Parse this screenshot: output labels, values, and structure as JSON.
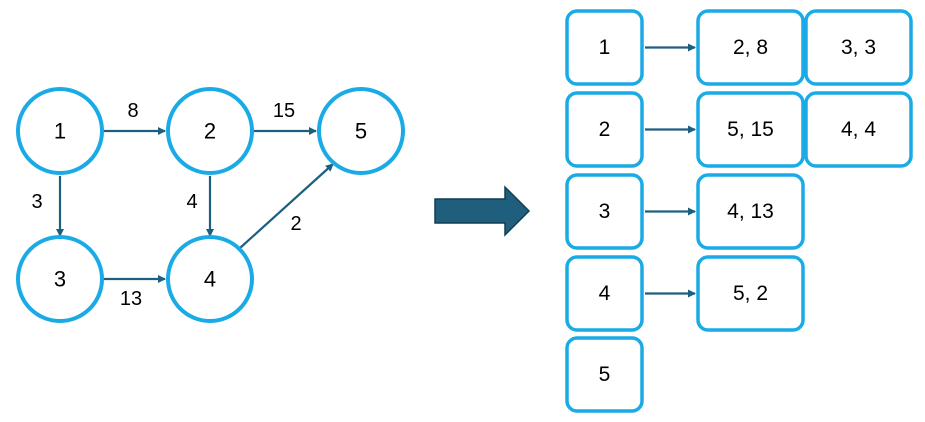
{
  "colors": {
    "node_stroke": "#1aabe6",
    "edge": "#1d5f7f",
    "big_arrow_fill": "#1f5f7d",
    "big_arrow_stroke": "#123e54"
  },
  "graph": {
    "nodes": [
      {
        "id": "1",
        "label": "1"
      },
      {
        "id": "2",
        "label": "2"
      },
      {
        "id": "3",
        "label": "3"
      },
      {
        "id": "4",
        "label": "4"
      },
      {
        "id": "5",
        "label": "5"
      }
    ],
    "edges": [
      {
        "from": "1",
        "to": "2",
        "weight": "8"
      },
      {
        "from": "2",
        "to": "5",
        "weight": "15"
      },
      {
        "from": "1",
        "to": "3",
        "weight": "3"
      },
      {
        "from": "2",
        "to": "4",
        "weight": "4"
      },
      {
        "from": "4",
        "to": "5",
        "weight": "2"
      },
      {
        "from": "3",
        "to": "4",
        "weight": "13"
      }
    ]
  },
  "adjacency_list": {
    "rows": [
      {
        "vertex": "1",
        "entries": [
          "2, 8",
          "3, 3"
        ]
      },
      {
        "vertex": "2",
        "entries": [
          "5, 15",
          "4, 4"
        ]
      },
      {
        "vertex": "3",
        "entries": [
          "4, 13"
        ]
      },
      {
        "vertex": "4",
        "entries": [
          "5, 2"
        ]
      },
      {
        "vertex": "5",
        "entries": []
      }
    ]
  }
}
